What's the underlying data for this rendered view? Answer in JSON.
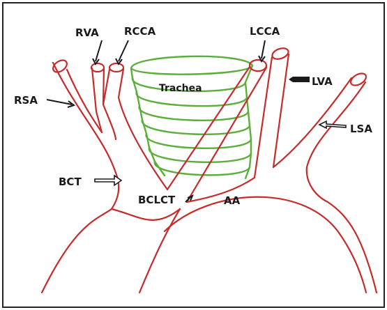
{
  "labels": {
    "rva": "RVA",
    "rcca": "RCCA",
    "lcca": "LCCA",
    "lva": "LVA",
    "rsa": "RSA",
    "lsa": "LSA",
    "trachea": "Trachea",
    "bct": "BCT",
    "bclct": "BCLCT",
    "aa": "AA"
  },
  "colors": {
    "artery": "#c82a2a",
    "trachea": "#5cae3a",
    "border": "#222222",
    "label": "#1a1a1a"
  }
}
